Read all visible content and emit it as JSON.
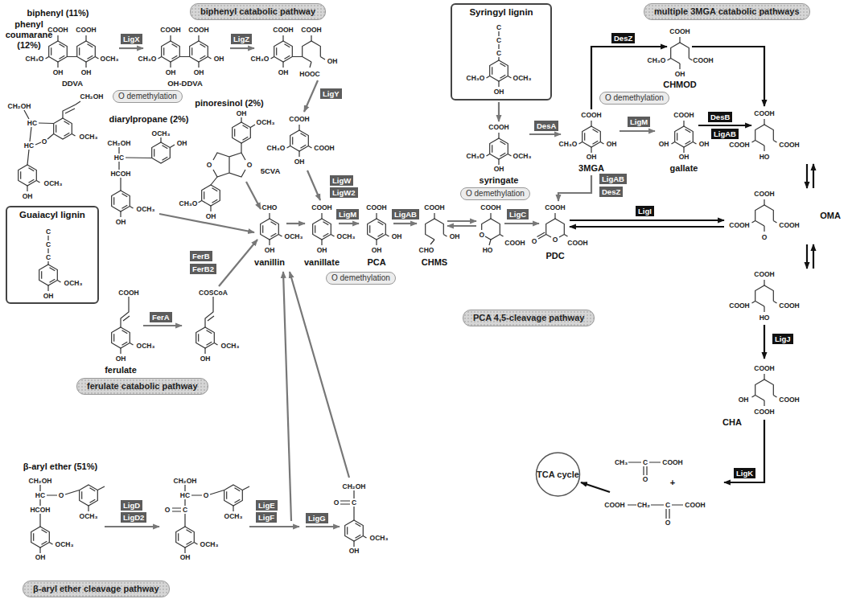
{
  "diagram": {
    "nodes": [
      {
        "text": [
          "biphenyl catabolic pathway"
        ]
      },
      {
        "text": [
          "Syringyl lignin"
        ]
      },
      {
        "text": [
          "multiple 3MGA catabolic pathways"
        ]
      },
      {
        "text": [
          "LigX"
        ]
      },
      {
        "text": [
          "LigZ"
        ]
      },
      {
        "text": [
          "O demethylation"
        ]
      },
      {
        "text": [
          "LigY"
        ]
      },
      {
        "text": [
          "DesZ"
        ]
      },
      {
        "text": [
          "DesA"
        ]
      },
      {
        "text": [
          "LigM"
        ]
      },
      {
        "text": [
          "O demethylation"
        ]
      },
      {
        "text": [
          "DesB"
        ]
      },
      {
        "text": [
          "LigAB"
        ]
      },
      {
        "text": [
          "LigAB"
        ]
      },
      {
        "text": [
          "DesZ"
        ]
      },
      {
        "text": [
          "LigW"
        ]
      },
      {
        "text": [
          "LigW2"
        ]
      },
      {
        "text": [
          "O demethylation"
        ]
      },
      {
        "text": [
          "LigM"
        ]
      },
      {
        "text": [
          "LigAB"
        ]
      },
      {
        "text": [
          "LigC"
        ]
      },
      {
        "text": [
          "LigI"
        ]
      },
      {
        "text": [
          "Guaiacyl lignin"
        ]
      },
      {
        "text": [
          "FerB"
        ]
      },
      {
        "text": [
          "FerB2"
        ]
      },
      {
        "text": [
          "O demethylation"
        ]
      },
      {
        "text": [
          "FerA"
        ]
      },
      {
        "text": [
          "PCA 4,5-cleavage pathway"
        ]
      },
      {
        "text": [
          "LigJ"
        ]
      },
      {
        "text": [
          "ferulate catabolic pathway"
        ]
      },
      {
        "text": [
          "TCA cycle"
        ]
      },
      {
        "text": [
          "LigK"
        ]
      },
      {
        "text": [
          "LigD"
        ]
      },
      {
        "text": [
          "LigD2"
        ]
      },
      {
        "text": [
          "LigE"
        ]
      },
      {
        "text": [
          "LigF"
        ]
      },
      {
        "text": [
          "LigG"
        ]
      },
      {
        "text": [
          "β-aryl ether cleavage pathway"
        ]
      }
    ],
    "labels": [
      "biphenyl (11%)",
      "COOH",
      "COOH",
      "CH₃O",
      "OCH₃",
      "OH",
      "OH",
      "DDVA",
      "COOH",
      "COOH",
      "CH₃O",
      "OH",
      "OH",
      "OH",
      "OH-DDVA",
      "COOH",
      "COOH",
      "CH₃O",
      "OH",
      "HOOC",
      "OH",
      "COOH",
      "CH₃O",
      "COOH",
      "OH",
      "5CVA",
      "C",
      "C",
      "C",
      "CH₃O",
      "OCH₃",
      "OH",
      "COOH",
      "CH₃O",
      "OCH₃",
      "OH",
      "syringate",
      "COOH",
      "CH₃O",
      "OH",
      "OH",
      "3MGA",
      "COOH",
      "CH₃O",
      "COOH",
      "OH",
      "CHMOD",
      "COOH",
      "OH",
      "OH",
      "OH",
      "gallate",
      "COOH",
      "COOH",
      "HO",
      "COOH",
      "COOH",
      "COOH",
      "O",
      "COOH",
      "OMA",
      "COOH",
      "COOH",
      "HO",
      "COOH",
      "COOH",
      "OH",
      "COOH",
      "COOH",
      "CHA",
      "CH₃",
      "C",
      "COOH",
      "O",
      "+",
      "COOH",
      "CH₂",
      "C",
      "COOH",
      "O",
      "CHO",
      "OCH₃",
      "OH",
      "vanillin",
      "COOH",
      "OCH₃",
      "OH",
      "vanillate",
      "COOH",
      "OH",
      "OH",
      "PCA",
      "COOH",
      "OH",
      "CHO",
      "CHMS",
      "COOH",
      "O",
      "HO",
      "COOH",
      "COOH",
      "O",
      "O",
      "COOH",
      "PDC",
      "phenyl coumarane (12%)",
      "CH₂OH",
      "OCH₃",
      "O",
      "HC",
      "CH₂OH",
      "HC",
      "OCH₃",
      "OH",
      "C",
      "C",
      "C",
      "OCH₃",
      "OH",
      "diarylpropane (2%)",
      "CH₂OH",
      "HC",
      "HCOH",
      "OCH₃",
      "OH",
      "OCH₃",
      "OH",
      "pinoresinol (2%)",
      "OH",
      "OCH₃",
      "O",
      "O",
      "CH₃O",
      "OH",
      "COOH",
      "OCH₃",
      "OH",
      "ferulate",
      "COSCoA",
      "OCH₃",
      "OH",
      "β-aryl ether (51%)",
      "CH₂OH",
      "HC",
      "O",
      "OCH₃",
      "HCOH",
      "OCH₃",
      "OH",
      "CH₂OH",
      "HC",
      "O",
      "OCH₃",
      "C",
      "O",
      "OCH₃",
      "OH",
      "CH₂OH",
      "C",
      "O",
      "OCH₃",
      "OH"
    ]
  }
}
